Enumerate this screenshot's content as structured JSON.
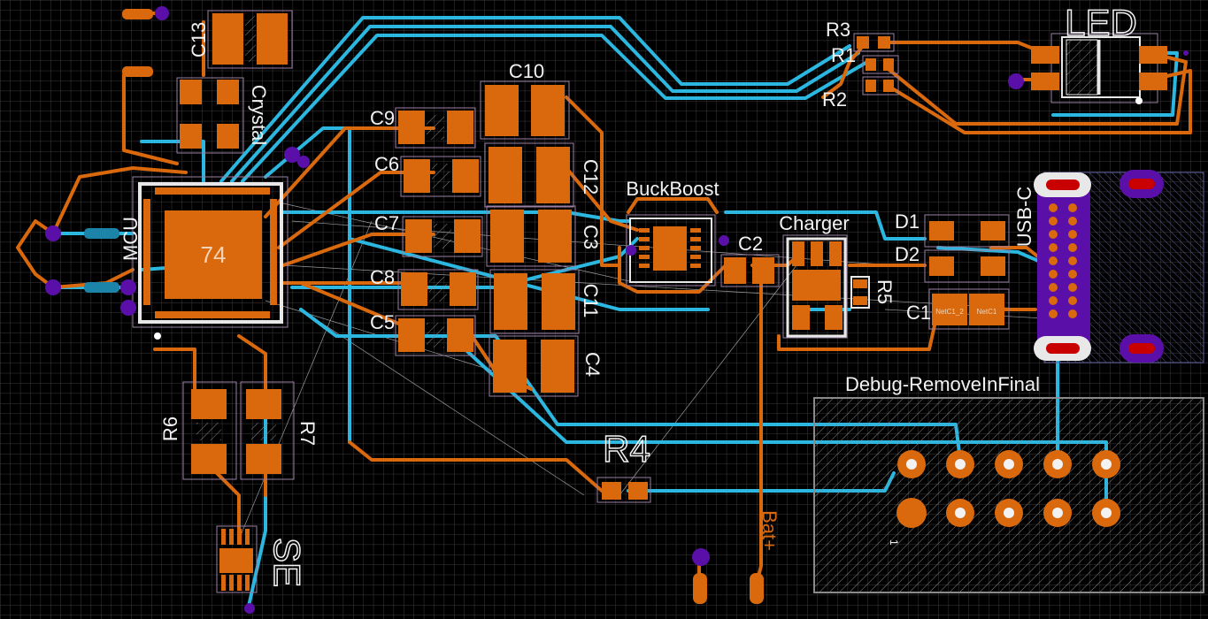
{
  "board": {
    "colors": {
      "background": "#000000",
      "grid": "#3a3a3a",
      "top_copper": "#d9690c",
      "bottom_copper": "#2bb7e0",
      "via": "#5a0fa8",
      "silkscreen": "#f2f2f2",
      "courtyard": "#9a7fa3",
      "ratsnest": "#bfbfbf"
    },
    "components": {
      "mcu": {
        "ref": "MCU",
        "body_text": "74"
      },
      "crystal": {
        "ref": "Crystal"
      },
      "c13": {
        "ref": "C13"
      },
      "c10": {
        "ref": "C10"
      },
      "c9": {
        "ref": "C9"
      },
      "c6": {
        "ref": "C6"
      },
      "c12": {
        "ref": "C12"
      },
      "c7": {
        "ref": "C7"
      },
      "c3": {
        "ref": "C3"
      },
      "c8": {
        "ref": "C8"
      },
      "c11": {
        "ref": "C11"
      },
      "c5": {
        "ref": "C5"
      },
      "c4": {
        "ref": "C4"
      },
      "buckboost": {
        "ref": "BuckBoost"
      },
      "c2": {
        "ref": "C2"
      },
      "charger": {
        "ref": "Charger"
      },
      "r5": {
        "ref": "R5"
      },
      "c1": {
        "ref": "C1",
        "pad_net_1": "NetC1_2",
        "pad_net_2": "NetC1"
      },
      "d1": {
        "ref": "D1"
      },
      "d2": {
        "ref": "D2"
      },
      "usb": {
        "ref": "USB-C"
      },
      "r3": {
        "ref": "R3"
      },
      "r1": {
        "ref": "R1"
      },
      "r2": {
        "ref": "R2"
      },
      "led": {
        "ref": "LED"
      },
      "r6": {
        "ref": "R6"
      },
      "r7": {
        "ref": "R7"
      },
      "se": {
        "ref": "SE"
      },
      "r4": {
        "ref": "R4"
      },
      "debug": {
        "ref": "Debug-RemoveInFinal",
        "pin1": "1"
      },
      "bat": {
        "ref": "Bat+"
      }
    }
  }
}
